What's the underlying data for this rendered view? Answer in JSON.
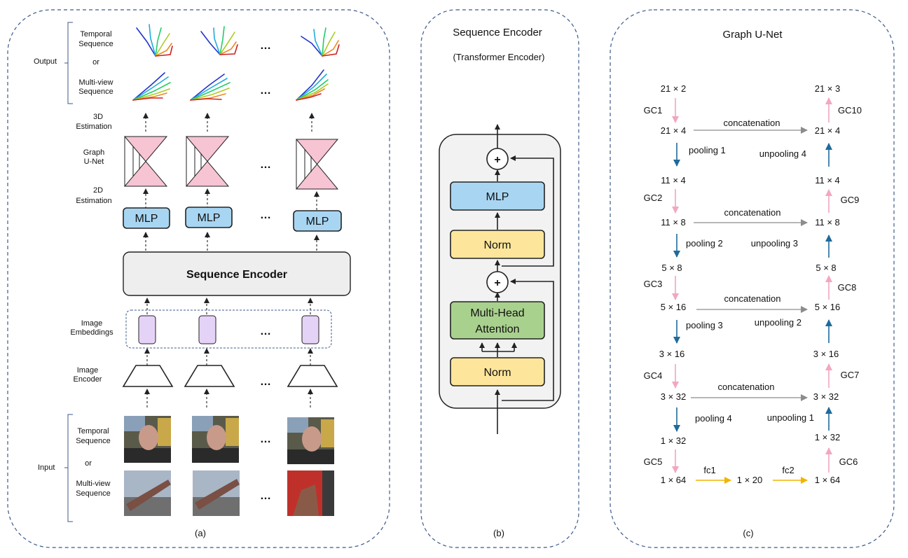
{
  "panel_a": {
    "caption": "(a)",
    "labels": {
      "output": "Output",
      "output_temporal_1": "Temporal",
      "output_temporal_2": "Sequence",
      "output_or": "or",
      "output_multiview_1": "Multi-view",
      "output_multiview_2": "Sequence",
      "est3d_1": "3D",
      "est3d_2": "Estimation",
      "graph_1": "Graph",
      "graph_2": "U-Net",
      "est2d_1": "2D",
      "est2d_2": "Estimation",
      "image_emb_1": "Image",
      "image_emb_2": "Embeddings",
      "image_enc_1": "Image",
      "image_enc_2": "Encoder",
      "input": "Input",
      "input_temporal_1": "Temporal",
      "input_temporal_2": "Sequence",
      "input_or": "or",
      "input_multiview_1": "Multi-view",
      "input_multiview_2": "Sequence"
    },
    "mlp_label": "MLP",
    "seq_encoder_label": "Sequence Encoder",
    "ellipsis": "…"
  },
  "panel_b": {
    "title": "Sequence Encoder",
    "subtitle": "(Transformer Encoder)",
    "caption": "(b)",
    "mlp": "MLP",
    "norm_top": "Norm",
    "mha_1": "Multi-Head",
    "mha_2": "Attention",
    "norm_bottom": "Norm",
    "plus": "+"
  },
  "panel_c": {
    "title": "Graph U-Net",
    "caption": "(c)",
    "left_dims": [
      "21 × 2",
      "21 × 4",
      "11 × 4",
      "11 × 8",
      "5 × 8",
      "5 × 16",
      "3 × 16",
      "3 × 32",
      "1 × 32",
      "1 × 64"
    ],
    "right_dims": [
      "21 × 3",
      "21 × 4",
      "11 × 4",
      "11 × 8",
      "5 × 8",
      "5 × 16",
      "3 × 16",
      "3 × 32",
      "1 × 32",
      "1 × 64"
    ],
    "middle_dim": "1 × 20",
    "left_gc": [
      "GC1",
      "GC2",
      "GC3",
      "GC4",
      "GC5"
    ],
    "right_gc": [
      "GC10",
      "GC9",
      "GC8",
      "GC7",
      "GC6"
    ],
    "pooling": [
      "pooling  1",
      "pooling  2",
      "pooling  3",
      "pooling  4"
    ],
    "unpooling": [
      "unpooling  4",
      "unpooling  3",
      "unpooling  2",
      "unpooling  1"
    ],
    "concat": "concatenation",
    "fc1": "fc1",
    "fc2": "fc2"
  },
  "colors": {
    "panel_border": "#3d5a8a",
    "mlp_fill": "#a8d6f2",
    "norm_fill": "#fde69b",
    "attn_fill": "#a9d18e",
    "embed_fill": "#e5d3f7",
    "unet_fill": "#f7c4d4",
    "pink_arrow": "#f2a7c0",
    "blue_arrow": "#1f6a9a",
    "gray_arrow": "#8c8c8c",
    "yellow_arrow": "#f2b400"
  }
}
